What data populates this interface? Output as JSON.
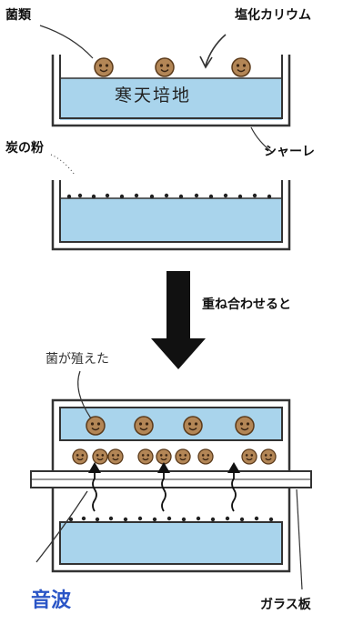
{
  "labels": {
    "bacteria": "菌類",
    "potassium_chloride": "塩化カリウム",
    "agar_medium": "寒天培地",
    "petri_dish": "シャーレ",
    "charcoal_powder": "炭の粉",
    "when_stacked": "重ね合わせると",
    "bacteria_grew": "菌が殖えた",
    "ultrasound": "音波",
    "glass_plate": "ガラス板"
  },
  "colors": {
    "agar": "#a9d4ec",
    "agar_light": "#c9e5f4",
    "dish_outline": "#333333",
    "colony": "#b38656",
    "colony_face": "#5b3a1a",
    "charcoal": "#222222",
    "ultrasound_text": "#2a55c6",
    "arrow": "#111111"
  },
  "icons": {
    "colony": "smiling-colony-icon",
    "growth_arrow": "upward-arrow-icon",
    "stack_arrow": "down-arrow-icon"
  }
}
